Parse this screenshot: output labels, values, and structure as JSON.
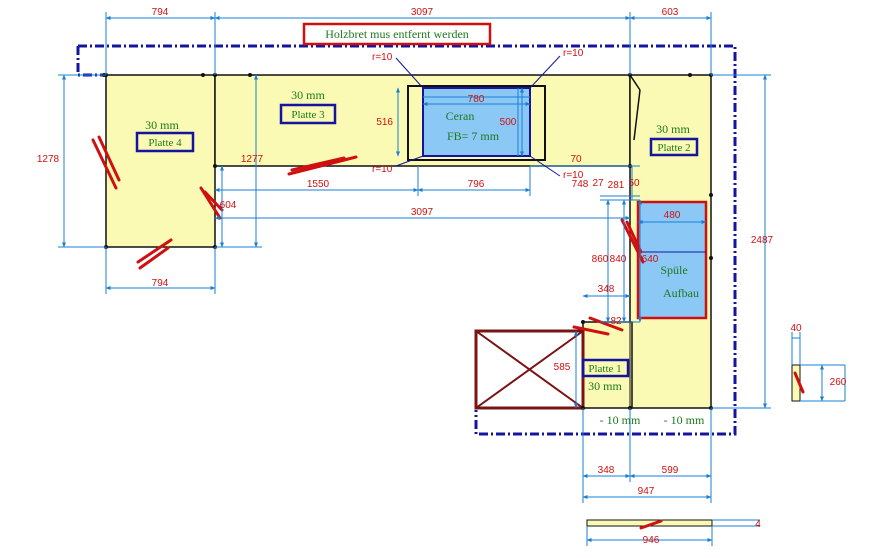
{
  "warning": "Holzbret mus entfernt werden",
  "plates": {
    "p1": "Platte 1",
    "p2": "Platte 2",
    "p3": "Platte 3",
    "p4": "Platte 4"
  },
  "thickness": {
    "p1": "30 mm",
    "p2": "30 mm",
    "p3": "30 mm",
    "p4": "30 mm"
  },
  "offsets": {
    "left": "- 10 mm",
    "right": "- 10 mm"
  },
  "ceran": {
    "name": "Ceran",
    "fb": "FB= 7 mm",
    "width": "780",
    "height": "500",
    "outer": "516"
  },
  "sink": {
    "name": "Spüle",
    "type": "Aufbau",
    "width": "480"
  },
  "radii": {
    "tl": "r=10",
    "tr": "r=10",
    "bl": "r=10",
    "br": "r=10"
  },
  "dims": {
    "top_794": "794",
    "top_3097": "3097",
    "top_603": "603",
    "left_1278": "1278",
    "mid_1277": "1277",
    "d_1550": "1550",
    "d_796": "796",
    "d_748": "748",
    "d_27": "27",
    "d_281": "281",
    "d_70": "70",
    "d_50": "50",
    "d_604": "604",
    "d_3097b": "3097",
    "d_794b": "794",
    "d_2487": "2487",
    "d_860": "860",
    "d_840": "840",
    "d_640": "640",
    "d_348": "348",
    "d_82": "82",
    "d_585": "585",
    "d_348b": "348",
    "d_599": "599",
    "d_947": "947",
    "d_946": "946",
    "d_40": "40",
    "d_260": "260",
    "d_4": "4"
  },
  "colors": {
    "plate_fill": "#fafab4",
    "dim_line": "#1a7fd4",
    "frame": "#1414a0",
    "red": "#d01010",
    "box": "#7a1414",
    "cutout": "#8cc8f5"
  }
}
